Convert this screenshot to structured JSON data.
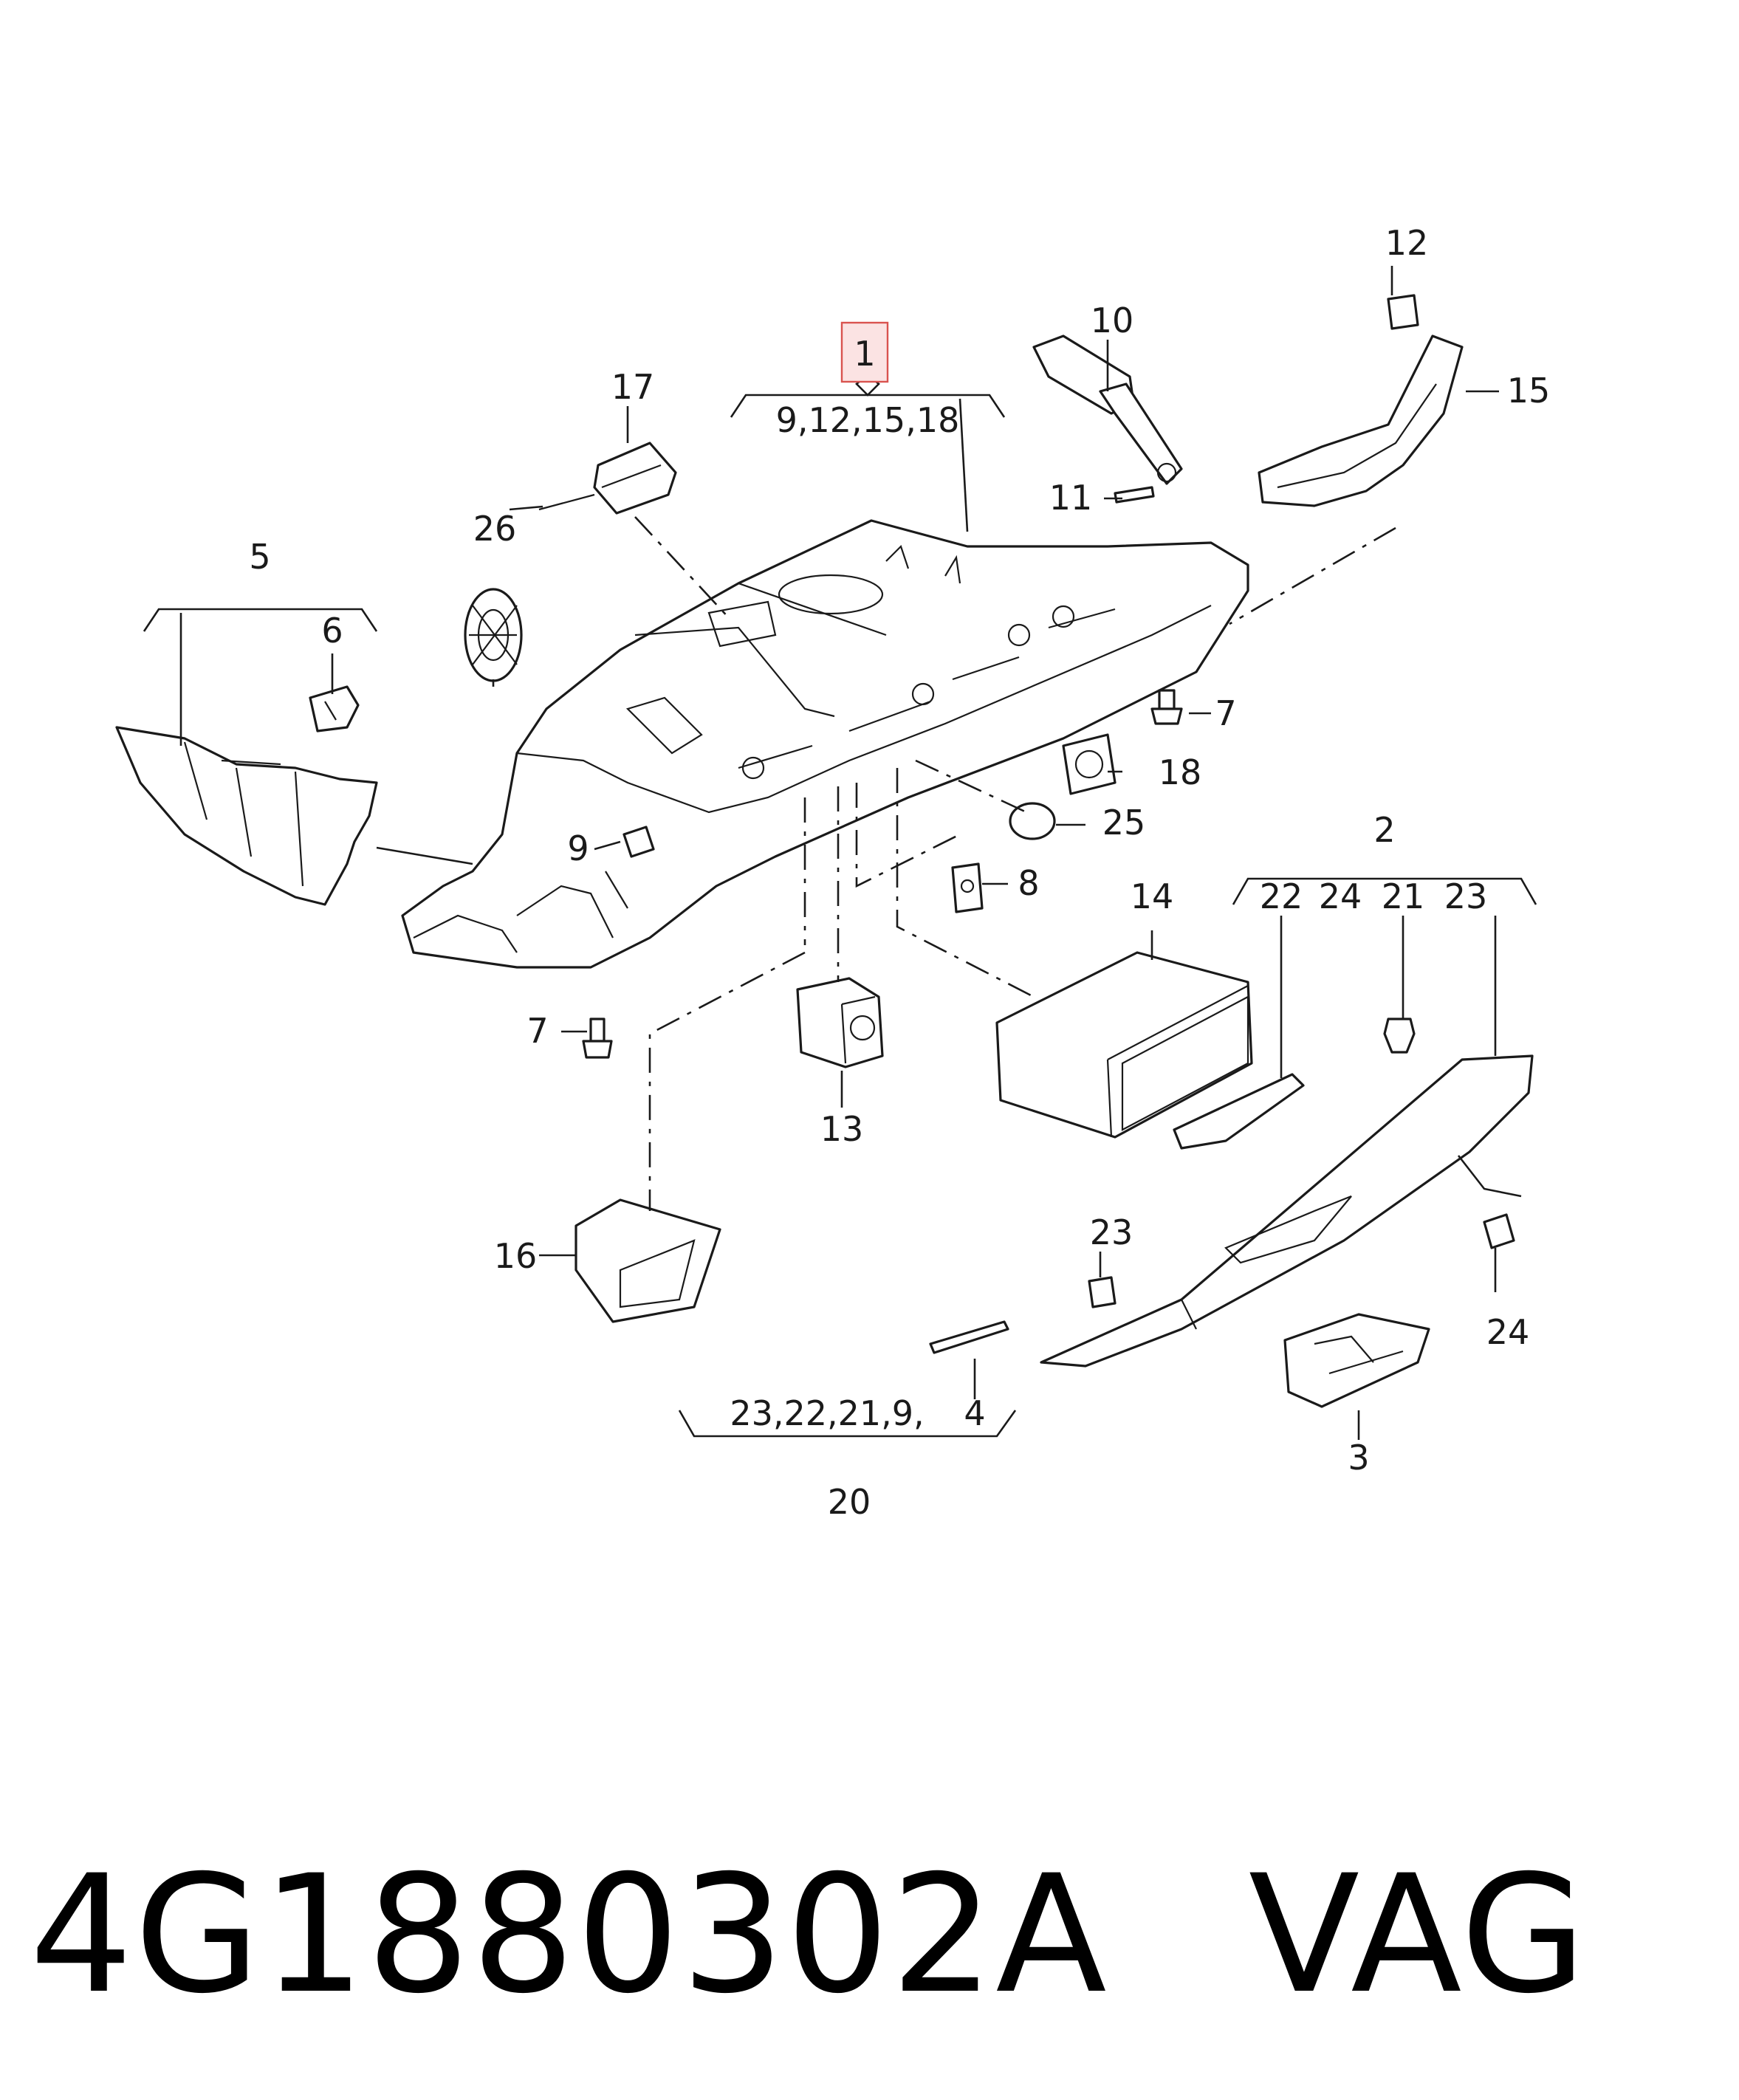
{
  "callouts": {
    "c1": "1",
    "c1_sub": "9,12,15,18",
    "c2": "2",
    "c2_22": "22",
    "c2_24": "24",
    "c2_21": "21",
    "c2_23": "23",
    "c3": "3",
    "c4": "4",
    "c5": "5",
    "c6": "6",
    "c7a": "7",
    "c7b": "7",
    "c8": "8",
    "c9": "9",
    "c10": "10",
    "c11": "11",
    "c12": "12",
    "c13": "13",
    "c14": "14",
    "c15": "15",
    "c16": "16",
    "c17": "17",
    "c18": "18",
    "c20": "20",
    "c20_sub": "23,22,21,9,",
    "c20_4": "4",
    "c23": "23",
    "c24": "24",
    "c25": "25",
    "c26": "26"
  },
  "caption": {
    "part_number": "4G1880302A",
    "brand": "VAG"
  },
  "colors": {
    "line": "#1a1a1a",
    "highlight_fill": "#fbe3e3",
    "highlight_stroke": "#d9534f"
  }
}
